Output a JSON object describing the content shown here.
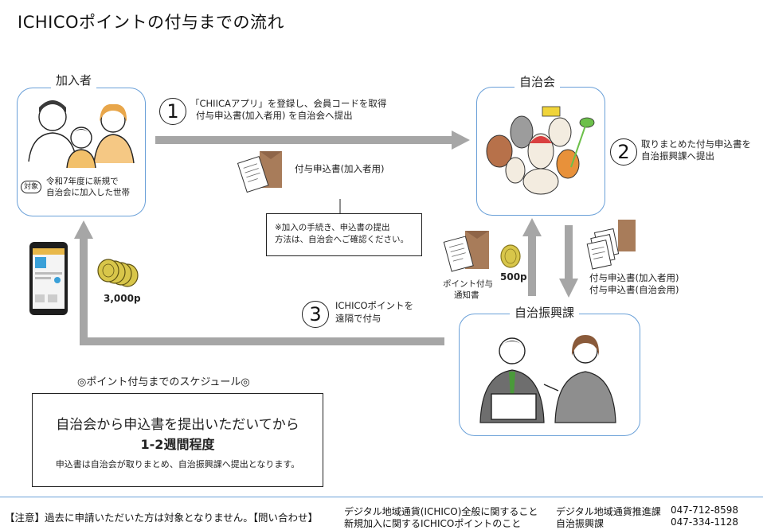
{
  "title": "ICHICOポイントの付与までの流れ",
  "nodes": {
    "member": {
      "label": "加入者",
      "target_tag": "対象",
      "target_text_1": "令和7年度に新規で",
      "target_text_2": "自治会に加入した世帯"
    },
    "assoc": {
      "label": "自治会"
    },
    "office": {
      "label": "自治振興課"
    }
  },
  "steps": {
    "s1": {
      "num": "1",
      "line1": "「CHIICAアプリ」を登録し、会員コードを取得",
      "line2": "付与申込書(加入者用) を自治会へ提出"
    },
    "s2": {
      "num": "2",
      "line1": "取りまとめた付与申込書を",
      "line2": "自治振興課へ提出"
    },
    "s3": {
      "num": "3",
      "line1": "ICHICOポイントを",
      "line2": "遠隔で付与"
    }
  },
  "doc_label_member": "付与申込書(加入者用)",
  "note": {
    "line1": "※加入の手続き、申込書の提出",
    "line2": "方法は、自治会へご確認ください。"
  },
  "notice_label_1": "ポイント付与",
  "notice_label_2": "通知書",
  "coin_500": "500p",
  "coin_3000": "3,000p",
  "forms": {
    "line1": "付与申込書(加入者用)",
    "line2": "付与申込書(自治会用)"
  },
  "schedule": {
    "heading": "◎ポイント付与までのスケジュール◎",
    "line1": "自治会から申込書を提出いただいてから",
    "line2": "1-2週間程度",
    "line3": "申込書は自治会が取りまとめ、自治振興課へ提出となります。"
  },
  "footer": {
    "notice": "【注意】過去に申請いただいた方は対象となりません。【問い合わせ】",
    "q1": "デジタル地域通貨(ICHICO)全般に関すること",
    "q2": "新規加入に関するICHICOポイントのこと",
    "dept1": "デジタル地域通貨推進課",
    "dept2": "自治振興課",
    "tel1": "047-712-8598",
    "tel2": "047-334-1128"
  },
  "colors": {
    "arrow": "#a6a6a6",
    "node_border": "#6aa0d8",
    "coin": "#d8c64a",
    "doc": "#a87c5a"
  }
}
